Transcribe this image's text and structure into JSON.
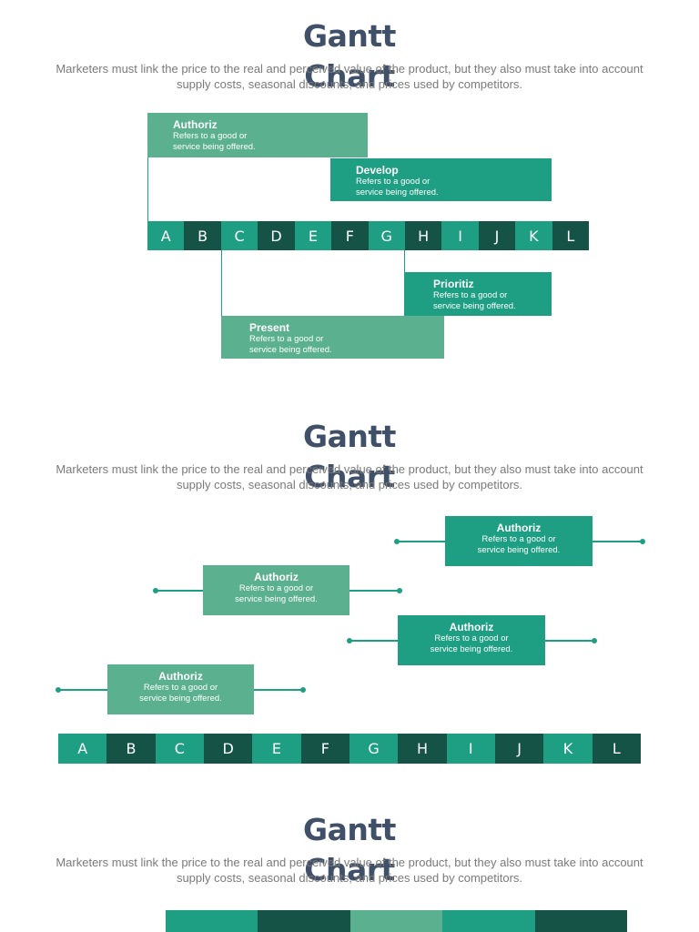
{
  "colors": {
    "dark": "#145346",
    "mid": "#1e9e82",
    "light": "#5bb08f",
    "title": "#3f5068"
  },
  "sections": [
    {
      "title_line1": "Gantt",
      "title_line2": "Chart",
      "subtitle": "Marketers must link the price to the real and perceived value of the product, but they also must take into account supply costs, seasonal discounts, and prices used by competitors."
    },
    {
      "title_line1": "Gantt",
      "title_line2": "Chart",
      "subtitle": "Marketers must link the price to the real and perceived value of the product, but they also must take into account supply costs, seasonal discounts, and prices used by competitors."
    },
    {
      "title_line1": "Gantt",
      "title_line2": "Chart",
      "subtitle": "Marketers must link the price to the real and perceived value of the product, but they also must take into account supply costs, seasonal discounts, and prices used by competitors."
    }
  ],
  "axis_labels": [
    "A",
    "B",
    "C",
    "D",
    "E",
    "F",
    "G",
    "H",
    "I",
    "J",
    "K",
    "L"
  ],
  "chart1": {
    "tasks": [
      {
        "title": "Authoriz",
        "desc_line1": "Refers to a good or",
        "desc_line2": "service being offered."
      },
      {
        "title": "Develop",
        "desc_line1": "Refers to a good or",
        "desc_line2": "service being offered."
      },
      {
        "title": "Prioritiz",
        "desc_line1": "Refers to a good or",
        "desc_line2": "service being offered."
      },
      {
        "title": "Present",
        "desc_line1": "Refers to a good or",
        "desc_line2": "service being offered."
      }
    ]
  },
  "chart2": {
    "tasks": [
      {
        "title": "Authoriz",
        "desc_line1": "Refers to a good or",
        "desc_line2": "service being offered."
      },
      {
        "title": "Authoriz",
        "desc_line1": "Refers to a good or",
        "desc_line2": "service being offered."
      },
      {
        "title": "Authoriz",
        "desc_line1": "Refers to a good or",
        "desc_line2": "service being offered."
      },
      {
        "title": "Authoriz",
        "desc_line1": "Refers to a good or",
        "desc_line2": "service being offered."
      }
    ]
  }
}
